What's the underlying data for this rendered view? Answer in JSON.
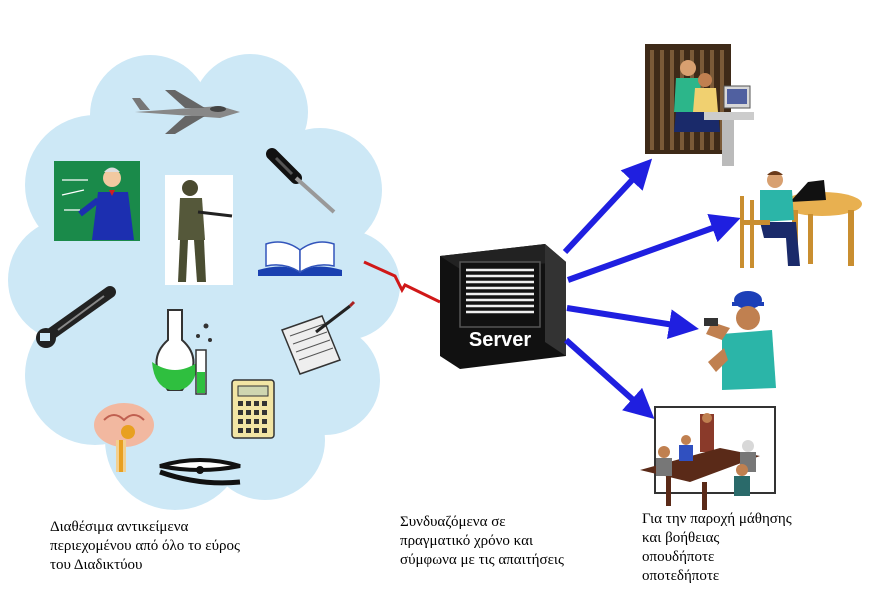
{
  "server": {
    "label": "Server"
  },
  "captions": {
    "left": [
      "Διαθέσιμα αντικείμενα",
      "περιεχομένου από όλο το εύρος",
      "του Διαδικτύου"
    ],
    "middle": [
      "Συνδυαζόμενα σε",
      "πραγματικό χρόνο και",
      "σύμφωνα με τις απαιτήσεις"
    ],
    "right": [
      "Για την παροχή μάθησης",
      "και βοήθειας",
      "οπουδήποτε",
      "οποτεδήποτε"
    ]
  },
  "colors": {
    "cloud": "#cde8f6",
    "arrow": "#1f1fe0",
    "bolt": "#d01818",
    "server": "#111111"
  },
  "cloud_items": [
    "fighter-jet-icon",
    "teacher-icon",
    "soldier-icon",
    "screwdriver-icon",
    "book-icon",
    "wrench-icon",
    "flask-icon",
    "paper-pen-icon",
    "calculator-icon",
    "brain-icon",
    "pliers-icon"
  ],
  "targets": [
    "office-worker-icon",
    "student-laptop-icon",
    "field-worker-icon",
    "meeting-icon"
  ]
}
